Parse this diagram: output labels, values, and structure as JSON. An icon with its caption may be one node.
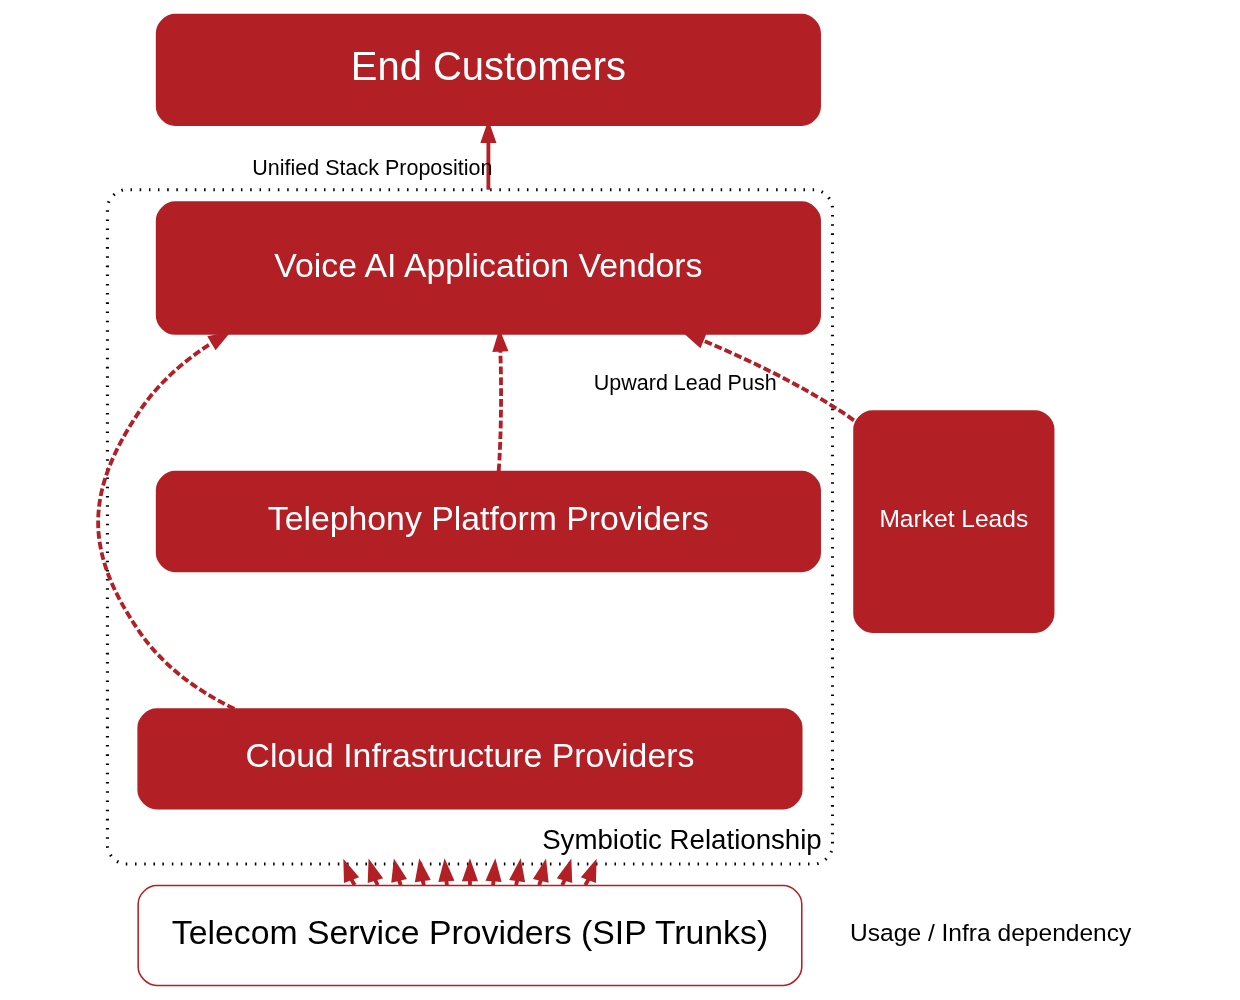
{
  "diagram": {
    "nodes": [
      {
        "text": [
          "End Customers"
        ]
      },
      {
        "text": [
          "Symbiotic Relationship"
        ]
      },
      {
        "text": [
          "Voice AI Application Vendors"
        ],
        "in": 1
      },
      {
        "text": [
          "Telephony Platform Providers"
        ],
        "in": 1
      },
      {
        "text": [
          "Cloud Infrastructure Providers"
        ],
        "in": 1
      },
      {
        "text": [
          "Market Leads"
        ]
      },
      {
        "text": [
          "Telecom Service Providers (SIP Trunks)"
        ]
      }
    ],
    "edges": [
      {
        "from": 1,
        "to": 0,
        "arrow": "to",
        "label": "Unified Stack Proposition"
      },
      {
        "from": 5,
        "to": 2,
        "arrow": "to",
        "style": "dashed",
        "label": "Upward Lead Push"
      },
      {
        "from": 3,
        "to": 2,
        "arrow": "to",
        "style": "dashed"
      },
      {
        "from": 4,
        "to": 2,
        "arrow": "to",
        "style": "dashed"
      },
      {
        "from": 6,
        "to": 1,
        "arrow": "to"
      },
      {
        "from": 6,
        "to": 1,
        "arrow": "to"
      },
      {
        "from": 6,
        "to": 1,
        "arrow": "to"
      },
      {
        "from": 6,
        "to": 1,
        "arrow": "to"
      },
      {
        "from": 6,
        "to": 1,
        "arrow": "to"
      },
      {
        "from": 6,
        "to": 1,
        "arrow": "to"
      },
      {
        "from": 6,
        "to": 1,
        "arrow": "to"
      },
      {
        "from": 6,
        "to": 1,
        "arrow": "to"
      },
      {
        "from": 6,
        "to": 1,
        "arrow": "to"
      },
      {
        "from": 6,
        "to": 1,
        "arrow": "to"
      },
      {
        "from": 6,
        "to": 1,
        "arrow": "to"
      }
    ],
    "labels": [
      "Usage / Infra dependency"
    ]
  }
}
